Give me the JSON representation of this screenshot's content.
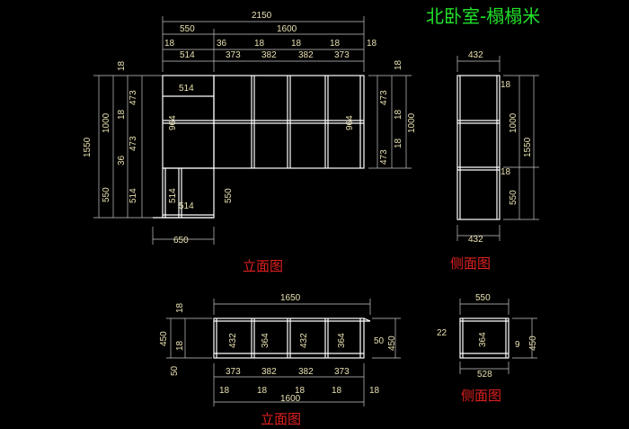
{
  "drawing": {
    "title": "北卧室-榻榻米",
    "captions": {
      "front_top": "立面图",
      "side_top": "侧面图",
      "front_bottom": "立面图",
      "side_bottom": "侧面图"
    }
  },
  "front_elevation": {
    "top_dims": {
      "overall": "2150",
      "left": "550",
      "right": "1600"
    },
    "segments": [
      "18",
      "514",
      "36",
      "373",
      "18",
      "382",
      "18",
      "382",
      "18",
      "373",
      "18"
    ],
    "left_dims": {
      "overall": "1550",
      "upper": "1000",
      "lower": "550"
    },
    "left_inner": [
      "18",
      "473",
      "18",
      "473",
      "36",
      "514"
    ],
    "inner_labels": {
      "shelf_top": "514",
      "panel_left": "964",
      "shelf_bottom": "514",
      "lower_panel": "514",
      "lower_right": "550",
      "panel_right": "964"
    },
    "right_dims": {
      "overall": "1000",
      "a": "18",
      "b": "473",
      "c": "18",
      "d": "473",
      "e": "18"
    },
    "bottom_dim": "650"
  },
  "side_elevation": {
    "top_dim": "432",
    "bottom_dim": "432",
    "right_dims": {
      "overall": "1550",
      "upper": "1000",
      "lower": "550"
    },
    "inner": [
      "18",
      "18"
    ]
  },
  "bottom_front": {
    "top_dim": "1650",
    "left_dims": {
      "overall": "450",
      "a": "18",
      "b": "18",
      "c": "50"
    },
    "inner": [
      "432",
      "364",
      "432",
      "364"
    ],
    "right_dims": {
      "overall": "450",
      "a": "50"
    },
    "segments": [
      "373",
      "382",
      "382",
      "373"
    ],
    "ticks": [
      "18",
      "18",
      "18",
      "18",
      "18"
    ],
    "overall_bottom": "1600"
  },
  "bottom_side": {
    "top_dim": "550",
    "left_label": "22",
    "inner": "364",
    "right_dims": {
      "overall": "450",
      "a": "9"
    },
    "bottom_dim": "528"
  }
}
